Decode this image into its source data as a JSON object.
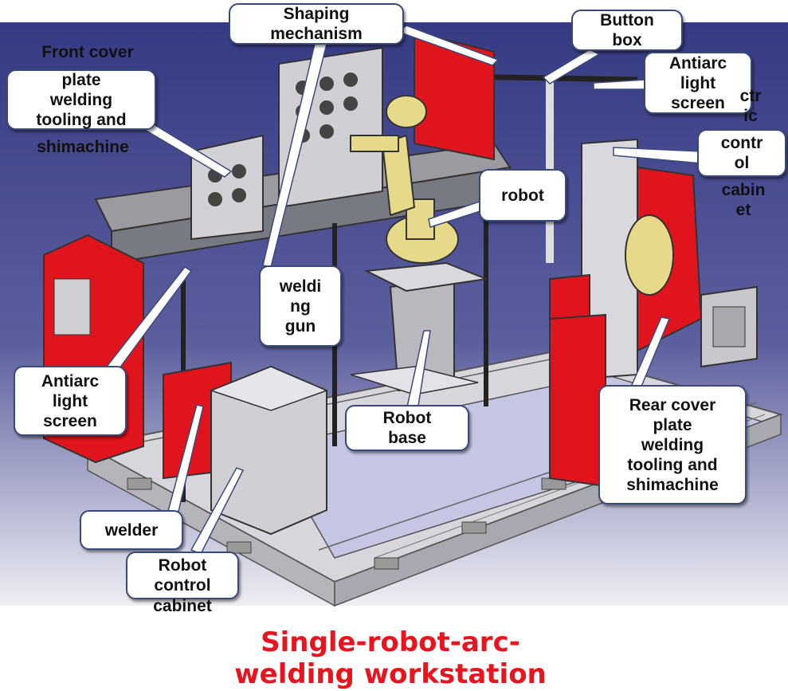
{
  "colors": {
    "background_top": "#3a3d86",
    "background_bottom": "#f2f2f6",
    "accent_red": "#e0141c",
    "machine_gray": "#c8c8cc",
    "robot_yellow": "#e6d98a",
    "caption_red": "#e8141e"
  },
  "labels": {
    "shaping_mechanism": "Shaping\nmechanism",
    "button_box": "Button\nbox",
    "antiarc_top": "Antiarc\nlight\nscreen",
    "electric_cabinet": "contr\nol",
    "front_cover": "plate\nwelding\ntooling and",
    "robot": "robot",
    "welding_gun": "weldi\nng\ngun",
    "antiarc_left": "Antiarc\nlight\nscreen",
    "robot_base": "Robot\nbase",
    "rear_cover": "Rear cover\nplate\nwelding\ntooling and\nshimachine",
    "welder": "welder",
    "robot_control_cabinet": "Robot\ncontrol",
    "caption": "Single-robot-arc-\nwelding workstation"
  },
  "overflow_text": {
    "front_cover_top": "Front cover",
    "front_cover_bottom": "shimachine",
    "electric_top": "ctr\nic",
    "electric_bottom": "cabin\net",
    "robot_control_bottom": "cabinet"
  }
}
